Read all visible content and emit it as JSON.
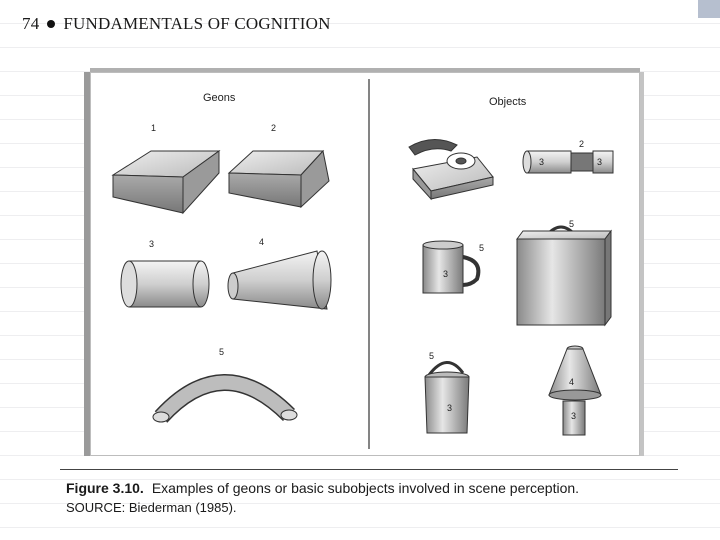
{
  "header": {
    "page_number": "74",
    "title": "FUNDAMENTALS OF COGNITION"
  },
  "figure": {
    "left_panel_title": "Geons",
    "right_panel_title": "Objects",
    "geon_numbers": [
      "1",
      "2",
      "3",
      "4",
      "5"
    ],
    "object_part_numbers": [
      "2",
      "3",
      "3",
      "5",
      "5",
      "3",
      "5",
      "3",
      "4",
      "3"
    ]
  },
  "caption": {
    "label": "Figure 3.10.",
    "text": "Examples of geons or basic subobjects involved in scene perception.",
    "source": "SOURCE: Biederman (1985)."
  }
}
